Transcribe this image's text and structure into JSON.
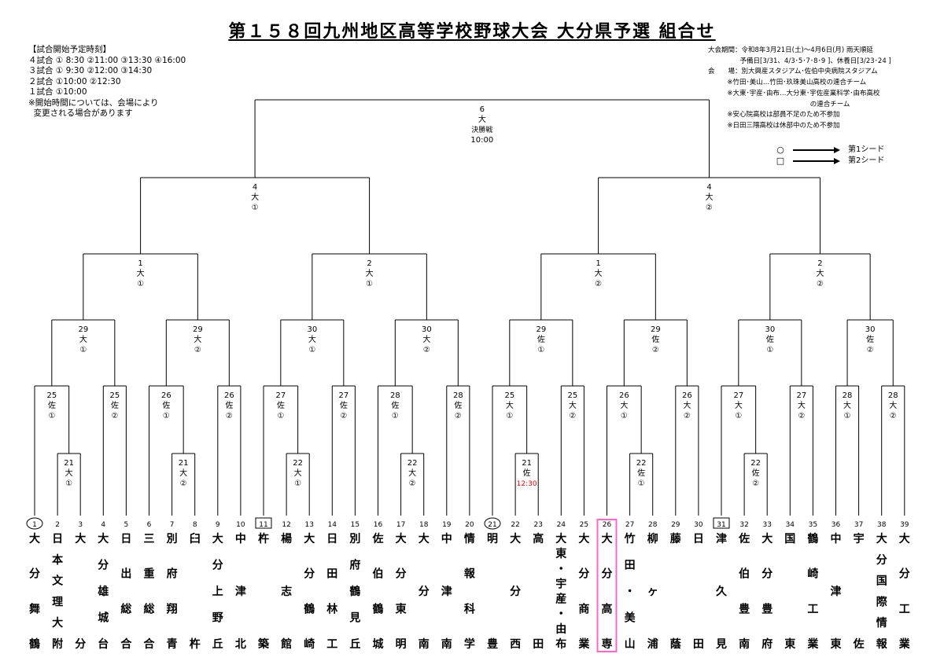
{
  "title": "第１５８回九州地区高等学校野球大会 大分県予選 組合せ",
  "schedule": "【試合開始予定時刻】\n４試合 ① 8:30 ②11:00 ③13:30 ④16:00\n３試合 ① 9:30 ②12:00 ③14:30\n２試合 ①10:00 ②12:30\n１試合 ①10:00\n※開始時間については、会場により\n  変更される場合があります",
  "info": "大会期間：令和8年3月21日(土)～4月6日(月) 雨天順延\n               予備日[3/31、4/3･5･7･8･9 ]、休養日[3/23･24 ]\n会　　場：別大興産スタジアム･佐伯中央病院スタジアム\n         ※竹田･美山…竹田･玖珠美山高校の連合チーム\n         ※大東･宇産･由布…大分東･宇佐産業科学･由布高校\n                                                の連合チーム\n         ※安心院高校は部員不足のため不参加\n         ※日田三隈高校は休部中のため不参加",
  "legend": [
    {
      "symbol": "○",
      "label": "第1シード"
    },
    {
      "symbol": "□",
      "label": "第2シード"
    }
  ],
  "colors": {
    "line": "#000000",
    "highlight": "#ff66cc",
    "time": "#ff0000"
  },
  "teams": [
    {
      "num": "1",
      "name": "大分舞鶴",
      "mark": "circle"
    },
    {
      "num": "2",
      "name": "日本文理大附"
    },
    {
      "num": "3",
      "name": "大分"
    },
    {
      "num": "4",
      "name": "大分雄城台"
    },
    {
      "num": "5",
      "name": "日出総合"
    },
    {
      "num": "6",
      "name": "三重総合"
    },
    {
      "num": "7",
      "name": "別府翔青"
    },
    {
      "num": "8",
      "name": "臼杵"
    },
    {
      "num": "9",
      "name": "大分上野丘"
    },
    {
      "num": "10",
      "name": "中津北"
    },
    {
      "num": "11",
      "name": "杵築",
      "mark": "square"
    },
    {
      "num": "12",
      "name": "楊志館"
    },
    {
      "num": "13",
      "name": "大分鶴崎"
    },
    {
      "num": "14",
      "name": "日田林工"
    },
    {
      "num": "15",
      "name": "別府鶴見丘"
    },
    {
      "num": "16",
      "name": "佐伯鶴城"
    },
    {
      "num": "17",
      "name": "大分東明"
    },
    {
      "num": "18",
      "name": "大分南"
    },
    {
      "num": "19",
      "name": "中津南"
    },
    {
      "num": "20",
      "name": "情報科学"
    },
    {
      "num": "21",
      "name": "明豊",
      "mark": "circle"
    },
    {
      "num": "22",
      "name": "大分西"
    },
    {
      "num": "23",
      "name": "高田"
    },
    {
      "num": "24",
      "name": "大東・宇産・由布"
    },
    {
      "num": "25",
      "name": "大分商業"
    },
    {
      "num": "26",
      "name": "大分高専",
      "highlight": true
    },
    {
      "num": "27",
      "name": "竹田・美山"
    },
    {
      "num": "28",
      "name": "柳ヶ浦"
    },
    {
      "num": "29",
      "name": "藤蔭"
    },
    {
      "num": "30",
      "name": "日田"
    },
    {
      "num": "31",
      "name": "津久見",
      "mark": "square"
    },
    {
      "num": "32",
      "name": "佐伯豊南"
    },
    {
      "num": "33",
      "name": "大分豊府"
    },
    {
      "num": "34",
      "name": "国東"
    },
    {
      "num": "35",
      "name": "鶴崎工業"
    },
    {
      "num": "36",
      "name": "中津東"
    },
    {
      "num": "37",
      "name": "宇佐"
    },
    {
      "num": "38",
      "name": "大分国際情報"
    },
    {
      "num": "39",
      "name": "大分工業"
    }
  ],
  "games": [
    {
      "id": "r21a",
      "date": "21",
      "venue": "大",
      "slot": "①"
    },
    {
      "id": "r21b",
      "date": "21",
      "venue": "大",
      "slot": "②"
    },
    {
      "id": "r22a",
      "date": "22",
      "venue": "大",
      "slot": "①"
    },
    {
      "id": "r22b",
      "date": "22",
      "venue": "大",
      "slot": "②"
    },
    {
      "id": "r21c",
      "date": "21",
      "venue": "佐",
      "slot": "12:30",
      "timeColor": true
    },
    {
      "id": "r22c",
      "date": "22",
      "venue": "佐",
      "slot": "①"
    },
    {
      "id": "r22d",
      "date": "22",
      "venue": "佐",
      "slot": "②"
    },
    {
      "id": "r25a",
      "date": "25",
      "venue": "佐",
      "slot": "①"
    },
    {
      "id": "r25b",
      "date": "25",
      "venue": "佐",
      "slot": "②"
    },
    {
      "id": "r26a",
      "date": "26",
      "venue": "佐",
      "slot": "①"
    },
    {
      "id": "r26b",
      "date": "26",
      "venue": "佐",
      "slot": "②"
    },
    {
      "id": "r27a",
      "date": "27",
      "venue": "佐",
      "slot": "①"
    },
    {
      "id": "r27b",
      "date": "27",
      "venue": "佐",
      "slot": "②"
    },
    {
      "id": "r28a",
      "date": "28",
      "venue": "佐",
      "slot": "①"
    },
    {
      "id": "r28b",
      "date": "28",
      "venue": "佐",
      "slot": "②"
    },
    {
      "id": "r25c",
      "date": "25",
      "venue": "大",
      "slot": "①"
    },
    {
      "id": "r25d",
      "date": "25",
      "venue": "大",
      "slot": "②"
    },
    {
      "id": "r26c",
      "date": "26",
      "venue": "大",
      "slot": "①"
    },
    {
      "id": "r26d",
      "date": "26",
      "venue": "大",
      "slot": "②"
    },
    {
      "id": "r27c",
      "date": "27",
      "venue": "大",
      "slot": "①"
    },
    {
      "id": "r27d",
      "date": "27",
      "venue": "大",
      "slot": "②"
    },
    {
      "id": "r28c",
      "date": "28",
      "venue": "大",
      "slot": "①"
    },
    {
      "id": "r28d",
      "date": "28",
      "venue": "大",
      "slot": "②"
    },
    {
      "id": "r29a",
      "date": "29",
      "venue": "大",
      "slot": "①"
    },
    {
      "id": "r29b",
      "date": "29",
      "venue": "大",
      "slot": "②"
    },
    {
      "id": "r30a",
      "date": "30",
      "venue": "大",
      "slot": "①"
    },
    {
      "id": "r30b",
      "date": "30",
      "venue": "大",
      "slot": "②"
    },
    {
      "id": "r29c",
      "date": "29",
      "venue": "佐",
      "slot": "①"
    },
    {
      "id": "r29d",
      "date": "29",
      "venue": "佐",
      "slot": "②"
    },
    {
      "id": "r30c",
      "date": "30",
      "venue": "佐",
      "slot": "①"
    },
    {
      "id": "r30d",
      "date": "30",
      "venue": "佐",
      "slot": "②"
    },
    {
      "id": "s1a",
      "date": "1",
      "venue": "大",
      "slot": "①"
    },
    {
      "id": "s2a",
      "date": "2",
      "venue": "大",
      "slot": "①"
    },
    {
      "id": "s1b",
      "date": "1",
      "venue": "大",
      "slot": "②"
    },
    {
      "id": "s2b",
      "date": "2",
      "venue": "大",
      "slot": "②"
    },
    {
      "id": "q4a",
      "date": "4",
      "venue": "大",
      "slot": "①"
    },
    {
      "id": "q4b",
      "date": "4",
      "venue": "大",
      "slot": "②"
    },
    {
      "id": "final",
      "date": "6",
      "venue": "大",
      "slot": "決勝戦",
      "extra": "10:00"
    }
  ]
}
